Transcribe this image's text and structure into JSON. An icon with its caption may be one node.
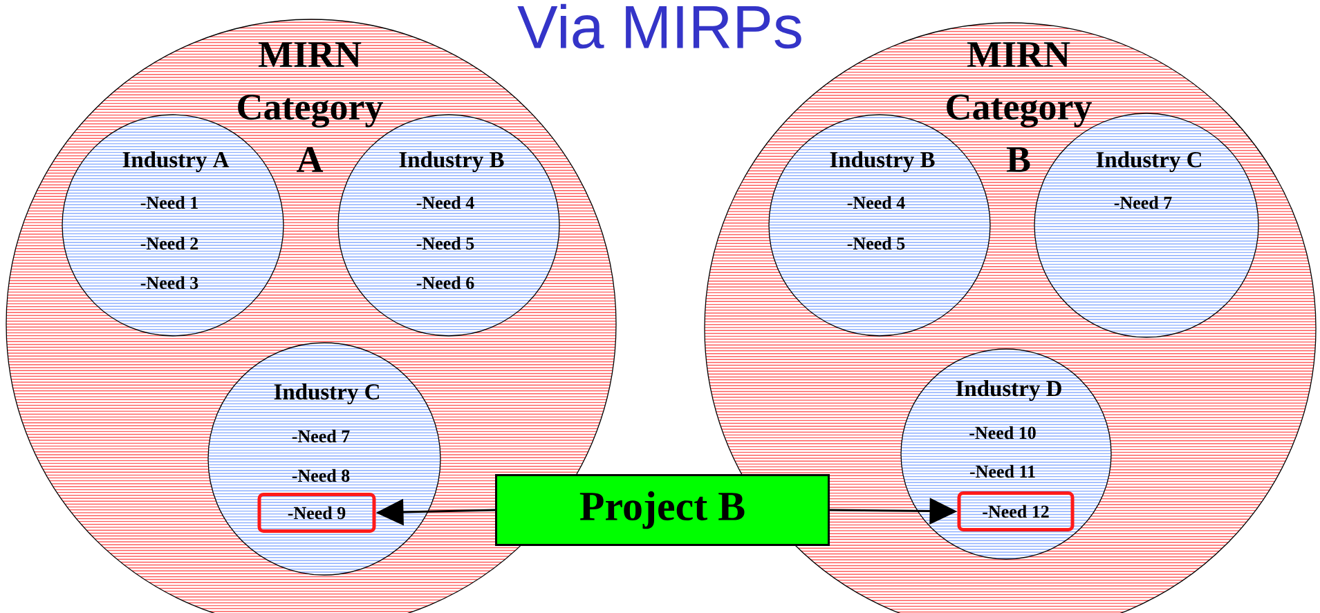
{
  "diagram": {
    "title": "Via MIRPs",
    "nodes": [
      {
        "text": [
          "MIRN Category A"
        ]
      },
      {
        "text": [
          "Industry A",
          "-Need 1",
          "-Need 2",
          "-Need 3"
        ],
        "in": 0
      },
      {
        "text": [
          "Industry B",
          "-Need 4",
          "-Need 5",
          "-Need 6"
        ],
        "in": 0
      },
      {
        "text": [
          "Industry C",
          "-Need 7",
          "-Need 8"
        ],
        "in": 0
      },
      {
        "text": [
          "-Need 9"
        ],
        "in": 3
      },
      {
        "text": [
          "MIRN Category B"
        ]
      },
      {
        "text": [
          "Industry B",
          "-Need 4",
          "-Need 5"
        ],
        "in": 5
      },
      {
        "text": [
          "Industry C",
          "-Need 7"
        ],
        "in": 5
      },
      {
        "text": [
          "Industry D",
          "-Need 10",
          "-Need 11"
        ],
        "in": 5
      },
      {
        "text": [
          "-Need 12"
        ],
        "in": 8
      },
      {
        "text": [
          "Project B"
        ]
      }
    ],
    "edges": [
      {
        "from": 10,
        "to": 4,
        "arrow": "to"
      },
      {
        "from": 10,
        "to": 9,
        "arrow": "to"
      }
    ]
  }
}
